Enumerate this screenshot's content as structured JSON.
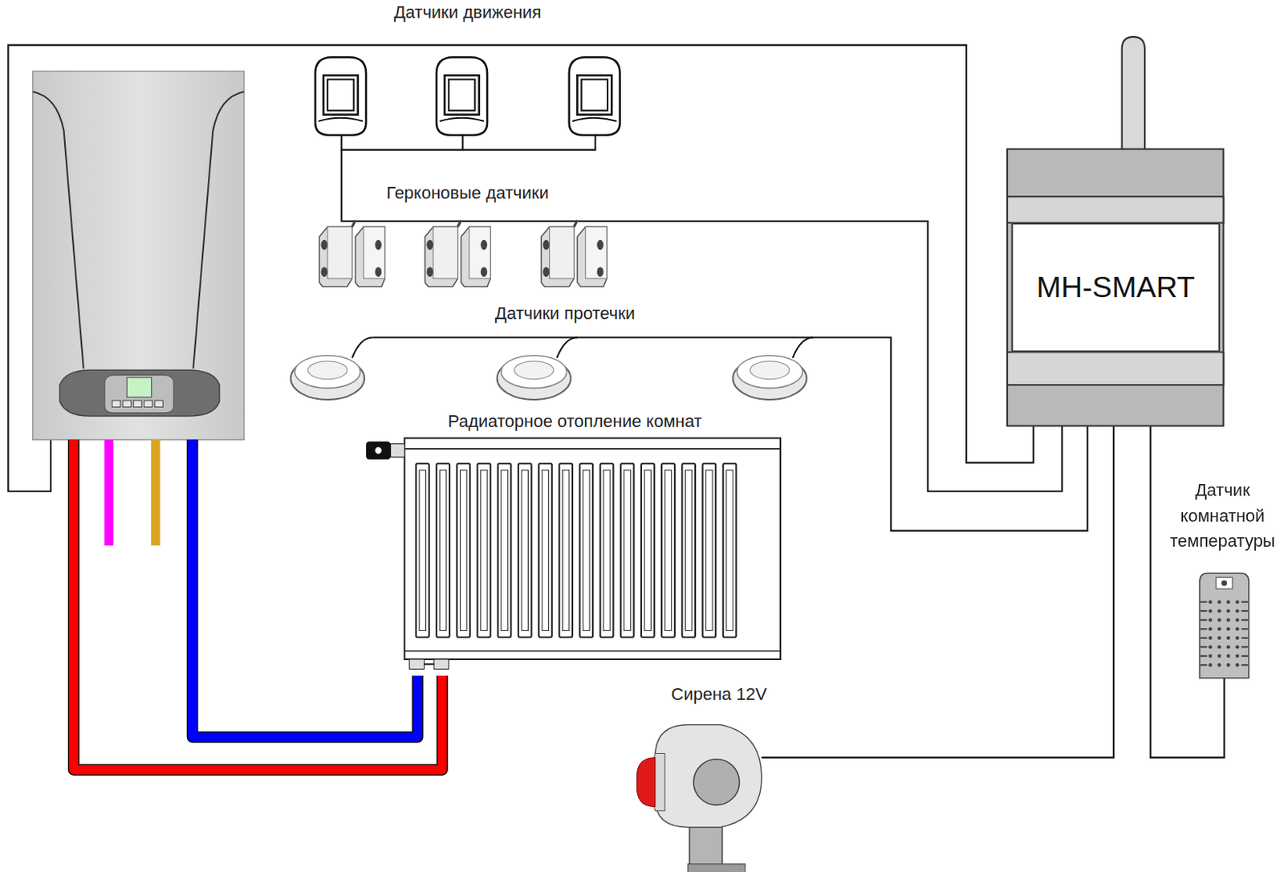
{
  "diagram": {
    "nodes": [
      {
        "text": [
          "MH-SMART"
        ]
      }
    ],
    "labels": [
      "Датчики движения",
      "Герконовые датчики",
      "Датчики протечки",
      "Радиаторное отопление комнат",
      "Сирена 12V",
      "Датчик комнатной температуры"
    ]
  }
}
